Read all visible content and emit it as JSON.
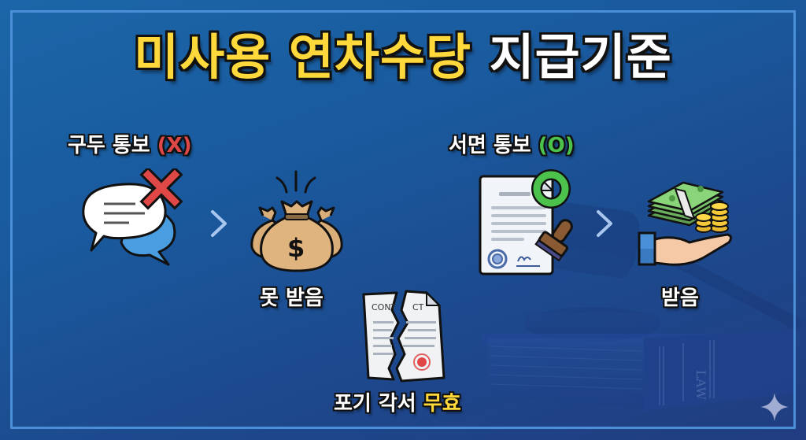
{
  "title": {
    "part_highlight": "미사용 연차수당",
    "part_normal": "지급기준",
    "highlight_color": "#ffd93b"
  },
  "left_flow": {
    "heading": "구두 통보",
    "mark": "(X)",
    "mark_color": "#e04848",
    "source_icon": "speech-bubbles-with-x-icon",
    "arrow_icon": "chevron-right-icon",
    "result_icon": "money-bags-icon",
    "result_label": "못 받음"
  },
  "right_flow": {
    "heading": "서면 통보",
    "mark": "(O)",
    "mark_color": "#4cc24c",
    "source_icon": "stamped-document-with-o-icon",
    "arrow_icon": "chevron-right-icon",
    "result_icon": "cash-in-hand-icon",
    "result_label": "받음"
  },
  "bottom": {
    "icon": "torn-contract-icon",
    "contract_text_left": "CONT",
    "contract_text_right": "CT",
    "label_normal": "포기 각서",
    "label_highlight": "무효"
  },
  "background": {
    "motif": "gavel-and-law-book",
    "book_spine_text": "LAW"
  },
  "colors": {
    "frame": "#4a8fd8",
    "bg_top": "#1b66a8",
    "bg_bottom": "#213c80"
  }
}
